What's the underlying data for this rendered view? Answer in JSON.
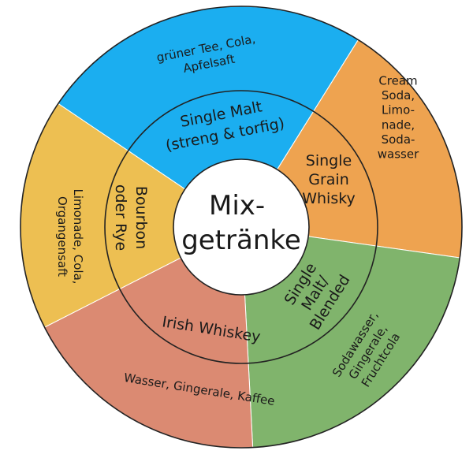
{
  "center_lines": [
    "Mix-",
    "getränke"
  ],
  "segments": [
    {
      "id": "single-malt-smoky",
      "color": "#1BAEF0",
      "inner_lines": [
        "Single Malt",
        "(streng & torfig)"
      ],
      "outer_lines": [
        "grüner Tee, Cola,",
        "Apfelsaft"
      ]
    },
    {
      "id": "single-grain",
      "color": "#EEA350",
      "inner_lines": [
        "Single",
        "Grain",
        "Whisky"
      ],
      "outer_lines": [
        "Cream",
        "Soda,",
        "Limo-",
        "nade,",
        "Soda-",
        "wasser"
      ]
    },
    {
      "id": "single-malt-blended",
      "color": "#80B46C",
      "inner_lines": [
        "Single",
        "Malt/",
        "Blended"
      ],
      "outer_lines": [
        "Sodawasser,",
        "Gingerale,",
        "Fruchtcola"
      ]
    },
    {
      "id": "irish-whiskey",
      "color": "#DB8A72",
      "inner_lines": [
        "Irish Whiskey"
      ],
      "outer_lines": [
        "Wasser, Gingerale, Kaffee"
      ]
    },
    {
      "id": "bourbon-rye",
      "color": "#EDBF52",
      "inner_lines": [
        "Bourbon",
        "oder Rye"
      ],
      "outer_lines": [
        "Limonade, Cola,",
        "Organgensaft"
      ]
    }
  ]
}
